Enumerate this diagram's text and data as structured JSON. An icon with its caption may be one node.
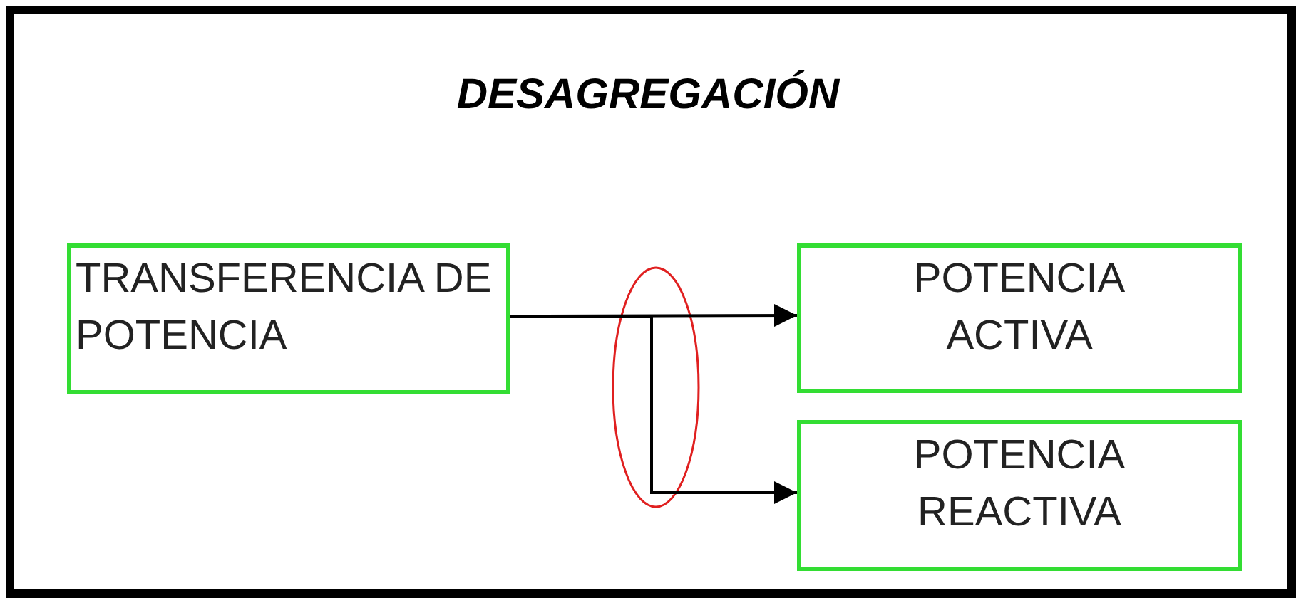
{
  "diagram": {
    "title": "DESAGREGACIÓN",
    "nodes": [
      {
        "text": [
          "TRANSFERENCIA DE POTENCIA"
        ]
      },
      {
        "text": [
          "POTENCIA ACTIVA"
        ]
      },
      {
        "text": [
          "POTENCIA REACTIVA"
        ]
      }
    ],
    "edges": [
      {
        "from": 0,
        "to": 1,
        "arrow": "to"
      },
      {
        "from": 0,
        "to": 2,
        "arrow": "to"
      }
    ]
  }
}
